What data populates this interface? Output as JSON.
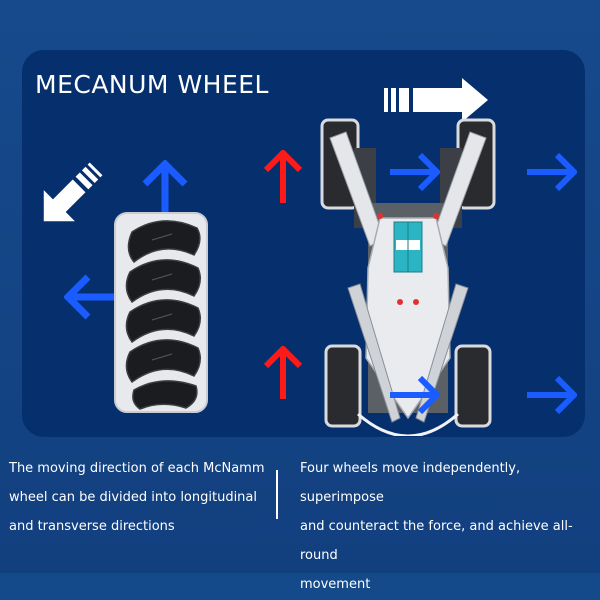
{
  "title": "MECANUM WHEEL",
  "colors": {
    "background": "#164a8c",
    "panel": "#052f6d",
    "up_arrow": "#ff1a1a",
    "side_arrow": "#1a5cff",
    "white_arrow": "#ffffff"
  },
  "illustrations": {
    "wheel": "mecanum-wheel-closeup",
    "robot": "mecanum-robot-top-view"
  },
  "captions": {
    "left": {
      "lines": [
        "The moving direction of each McNamm",
        "wheel can be divided into longitudinal",
        "and transverse directions"
      ]
    },
    "right": {
      "lines": [
        "Four wheels move independently, superimpose",
        "and counteract the force, and achieve all-round",
        "movement"
      ]
    }
  }
}
